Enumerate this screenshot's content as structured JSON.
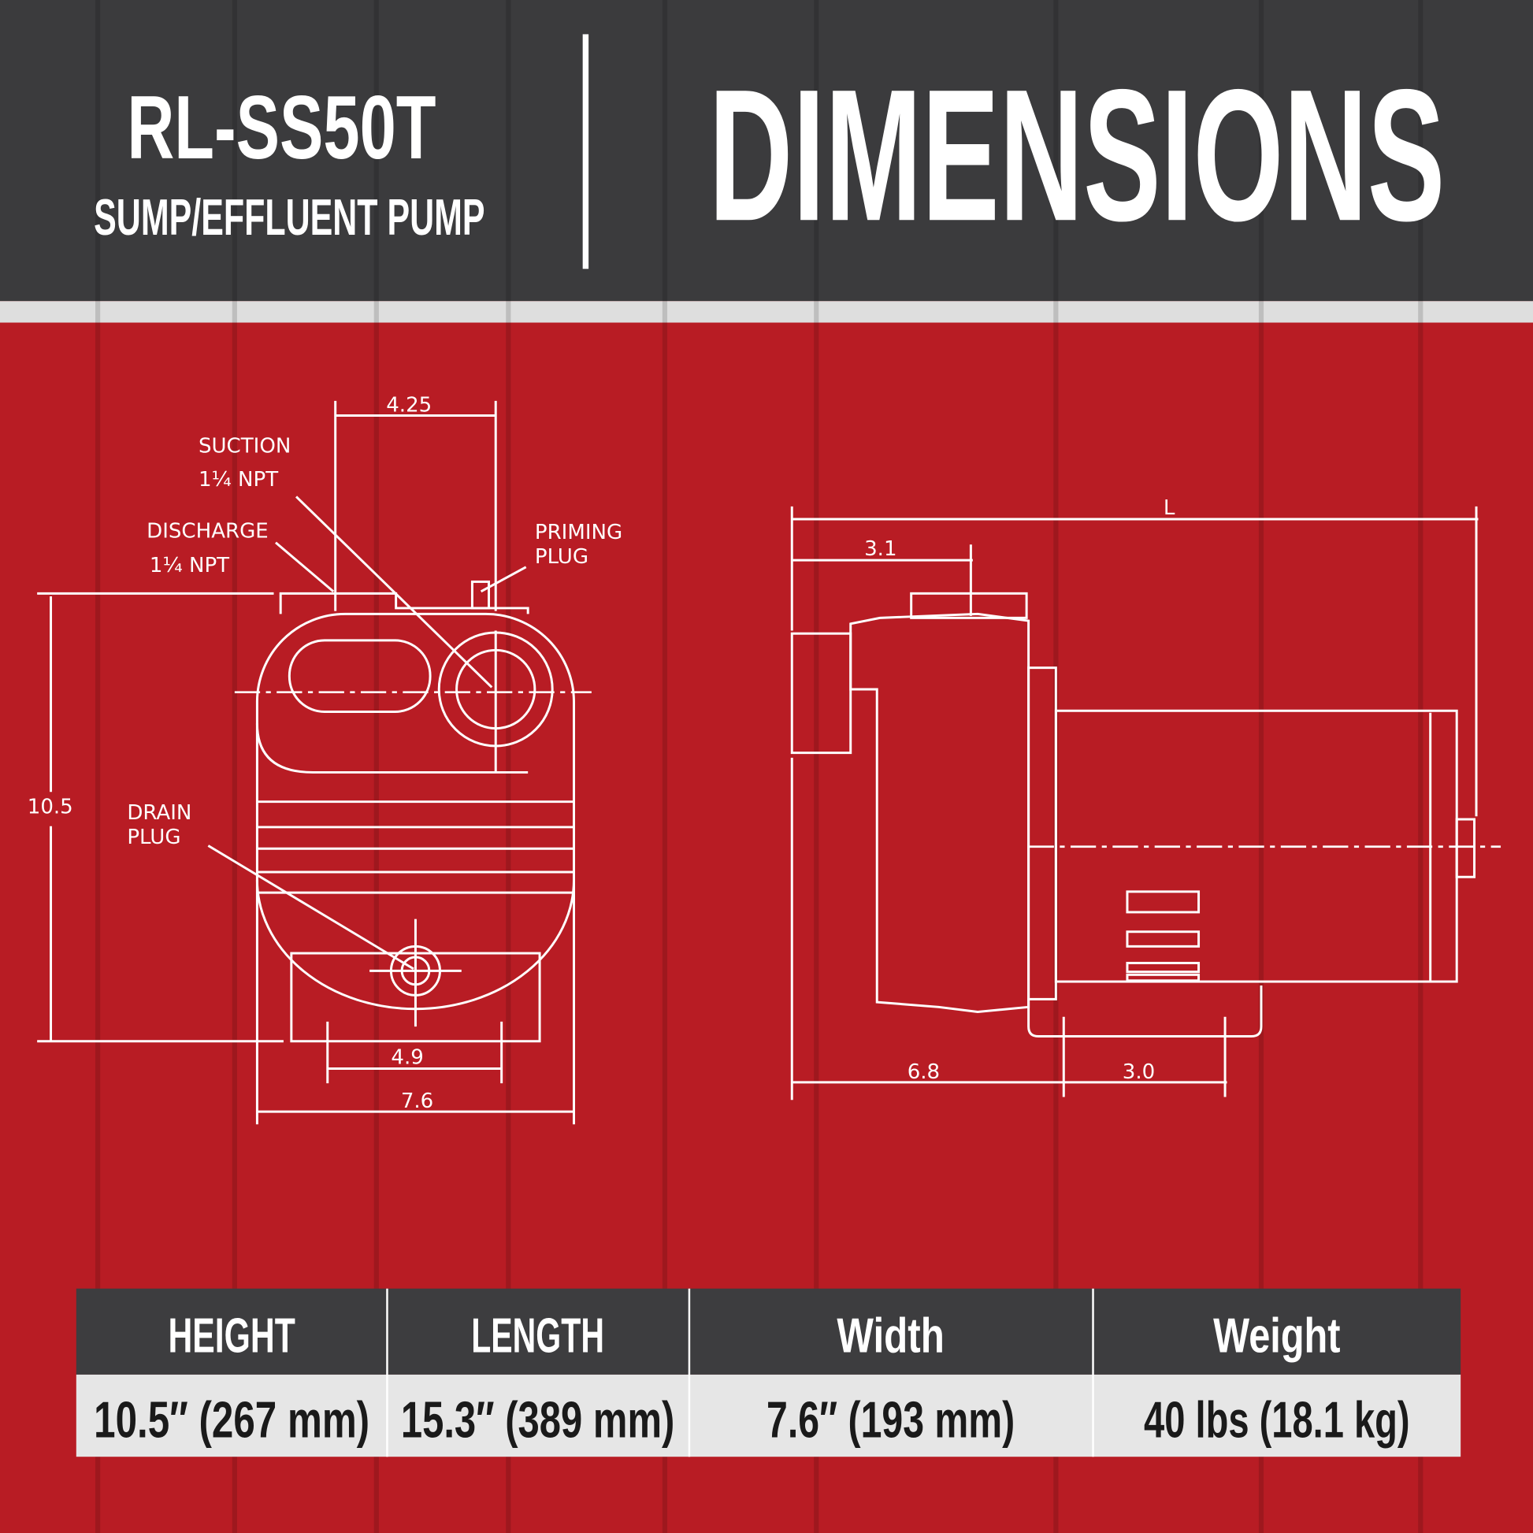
{
  "header": {
    "model": "RL-SS50T",
    "subtitle": "SUMP/EFFLUENT PUMP",
    "heading": "DIMENSIONS"
  },
  "front_view": {
    "dim_top": "4.25",
    "dim_height": "10.5",
    "dim_base": "4.9",
    "dim_width": "7.6",
    "suction_label": "SUCTION",
    "suction_size": "1¼ NPT",
    "discharge_label": "DISCHARGE",
    "discharge_size": "1¼ NPT",
    "priming_label_1": "PRIMING",
    "priming_label_2": "PLUG",
    "drain_label_1": "DRAIN",
    "drain_label_2": "PLUG"
  },
  "side_view": {
    "dim_length": "L",
    "dim_port": "3.1",
    "dim_front": "6.8",
    "dim_foot": "3.0"
  },
  "specs": {
    "headers": [
      "HEIGHT",
      "LENGTH",
      "Width",
      "Weight"
    ],
    "values": [
      "10.5″ (267 mm)",
      "15.3″ (389 mm)",
      "7.6″ (193 mm)",
      "40 lbs (18.1 kg)"
    ]
  },
  "colors": {
    "header_bg": "#3b3b3d",
    "red_bg": "#b81c24",
    "table_header": "#3d3d3f",
    "table_body": "#e6e6e6"
  }
}
